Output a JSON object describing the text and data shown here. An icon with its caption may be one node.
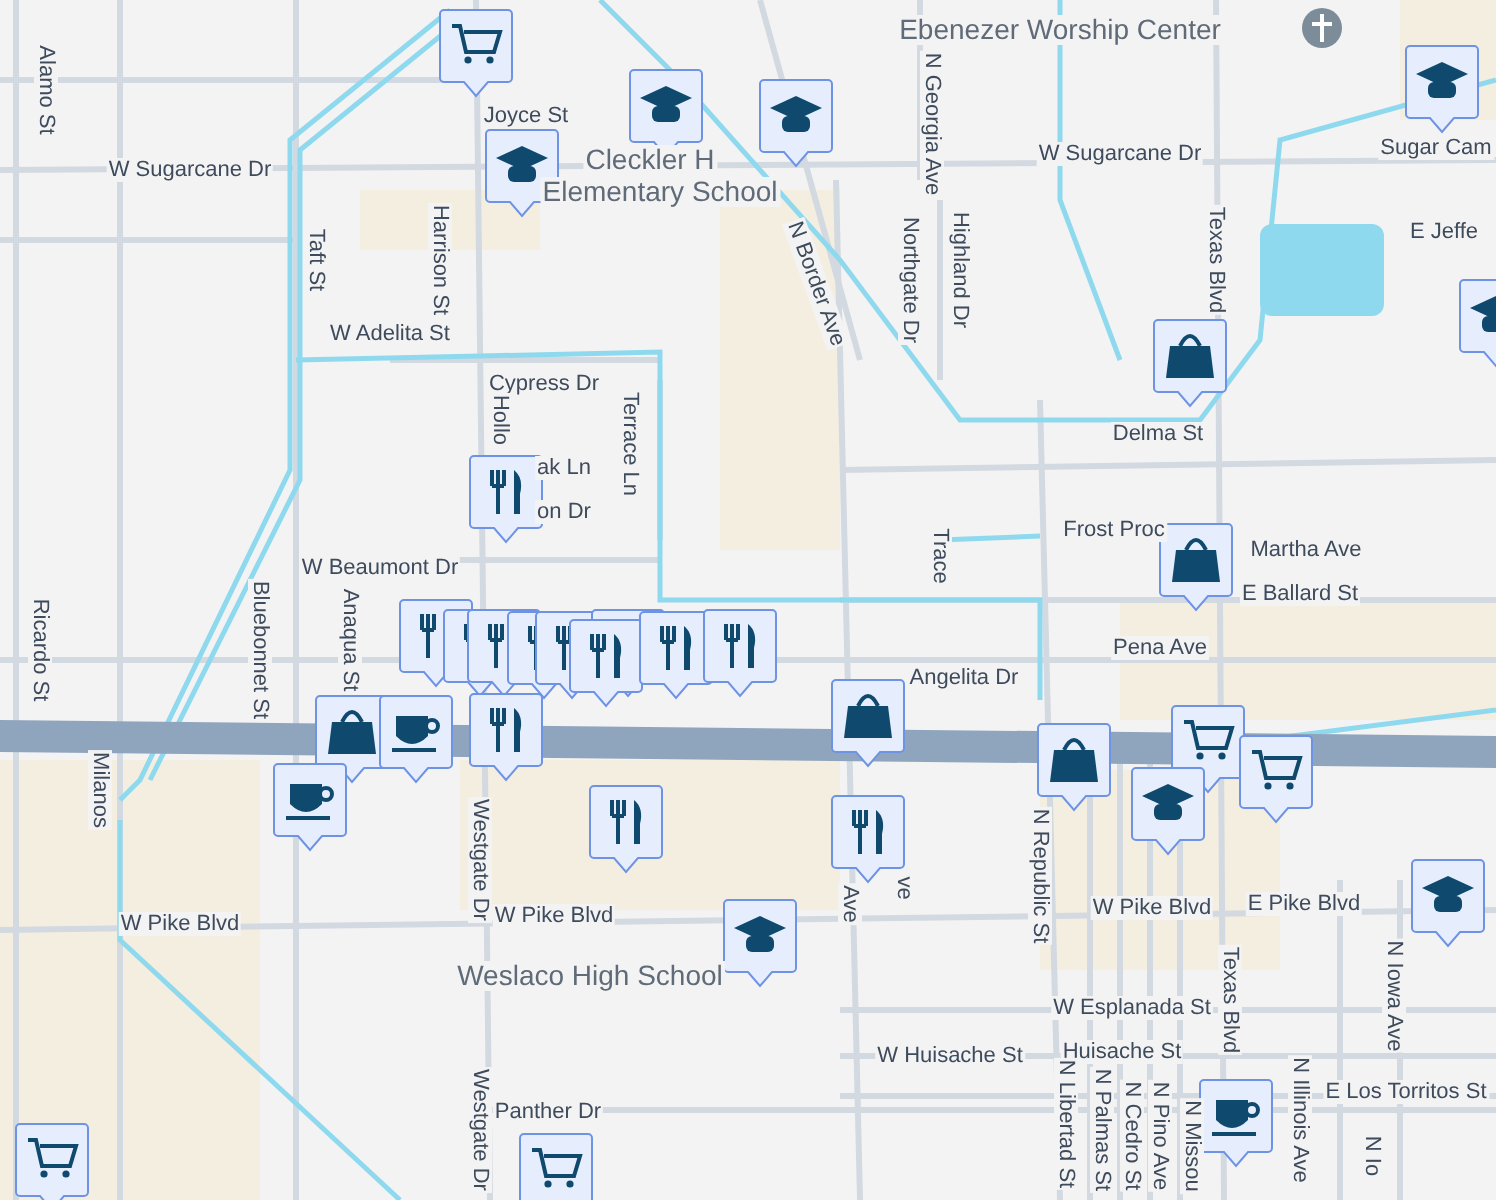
{
  "diagram": {
    "labels": [
      "Alamo St",
      "Joyce St",
      "Ebenezer Worship Center",
      "N Georgia Ave",
      "W Sugarcane Dr",
      "Cleckler H",
      "W Sugarcane Dr",
      "Sugar Cam",
      "Elementary School",
      "N Border Ave",
      "Northgate Dr",
      "Highland Dr",
      "Texas Blvd",
      "E Jeffe",
      "Taft St",
      "Harrison St",
      "W Adelita St",
      "Cypress Dr",
      "Hollo",
      "Terrace Ln",
      "Delma St",
      "ak Ln",
      "on Dr",
      "Frost Proc",
      "W Beaumont Dr",
      "Martha Ave",
      "Trace",
      "E Ballard St",
      "Ricardo St",
      "Bluebonnet St",
      "Anaqua St",
      "Pena Ave",
      "Angelita Dr",
      "Milanos",
      "Westgate Dr",
      "N Republic St",
      "Ave",
      "ve",
      "W Pike Blvd",
      "W Pike Blvd",
      "W Pike Blvd",
      "E Pike Blvd",
      "Weslaco High School",
      "W Esplanada St",
      "Texas Blvd",
      "N Iowa Ave",
      "W Huisache St",
      "Huisache St",
      "Westgate Dr",
      "Panther Dr",
      "N Libertad St",
      "N Palmas St",
      "N Cedro St",
      "N Pino Ave",
      "N Missou",
      "N Illinois Ave",
      "E Los Torritos St",
      "N Io"
    ]
  }
}
